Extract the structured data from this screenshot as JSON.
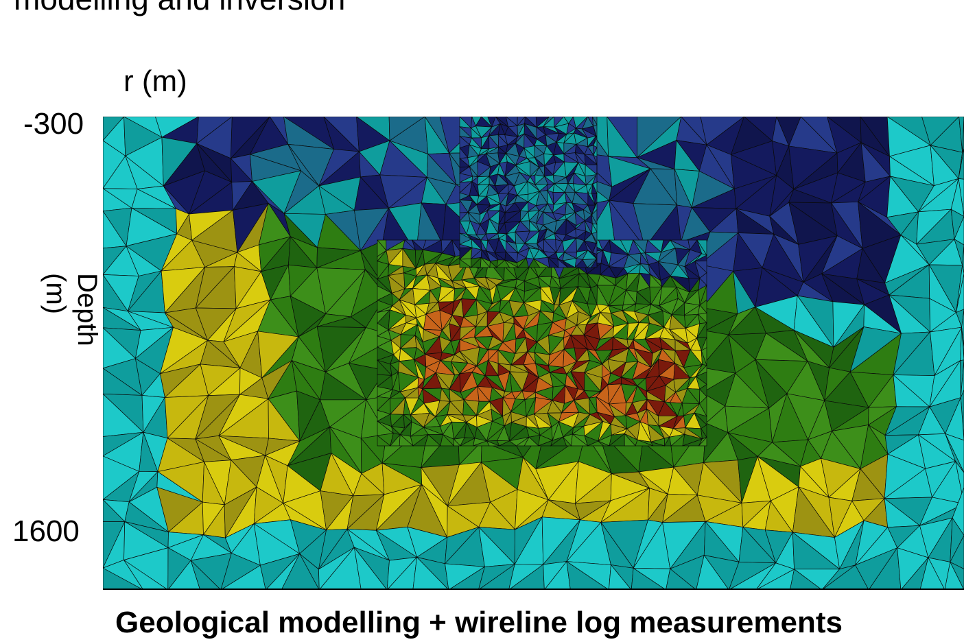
{
  "header": {
    "title_fragment": "modelling and inversion"
  },
  "axes": {
    "r_label": "r (m)",
    "depth_label_line1": "Depth",
    "depth_label_line2": "(m)",
    "tick_top": "-300",
    "tick_bottom": "1600"
  },
  "caption": "Geological modelling + wireline log measurements",
  "palette": {
    "cyan": "#1dc9c9",
    "teal": "#0f9d9d",
    "navy": "#141a5e",
    "blue": "#263a8a",
    "green": "#2e7d12",
    "yellow": "#d9cc0f",
    "olive": "#9d9312",
    "red": "#7a1a0c",
    "orange": "#c8641a"
  }
}
